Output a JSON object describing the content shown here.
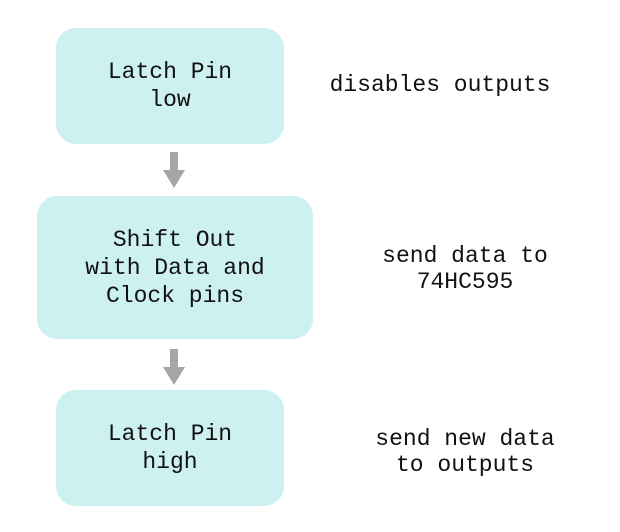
{
  "steps": [
    {
      "label": "Latch Pin\nlow",
      "note": "disables outputs"
    },
    {
      "label": "Shift Out\nwith Data and\nClock pins",
      "note": "send data to\n74HC595"
    },
    {
      "label": "Latch Pin\nhigh",
      "note": "send new data\nto outputs"
    }
  ],
  "colors": {
    "node_fill": "#cdf0f0",
    "arrow": "#a6a6a6",
    "text": "#111111"
  }
}
